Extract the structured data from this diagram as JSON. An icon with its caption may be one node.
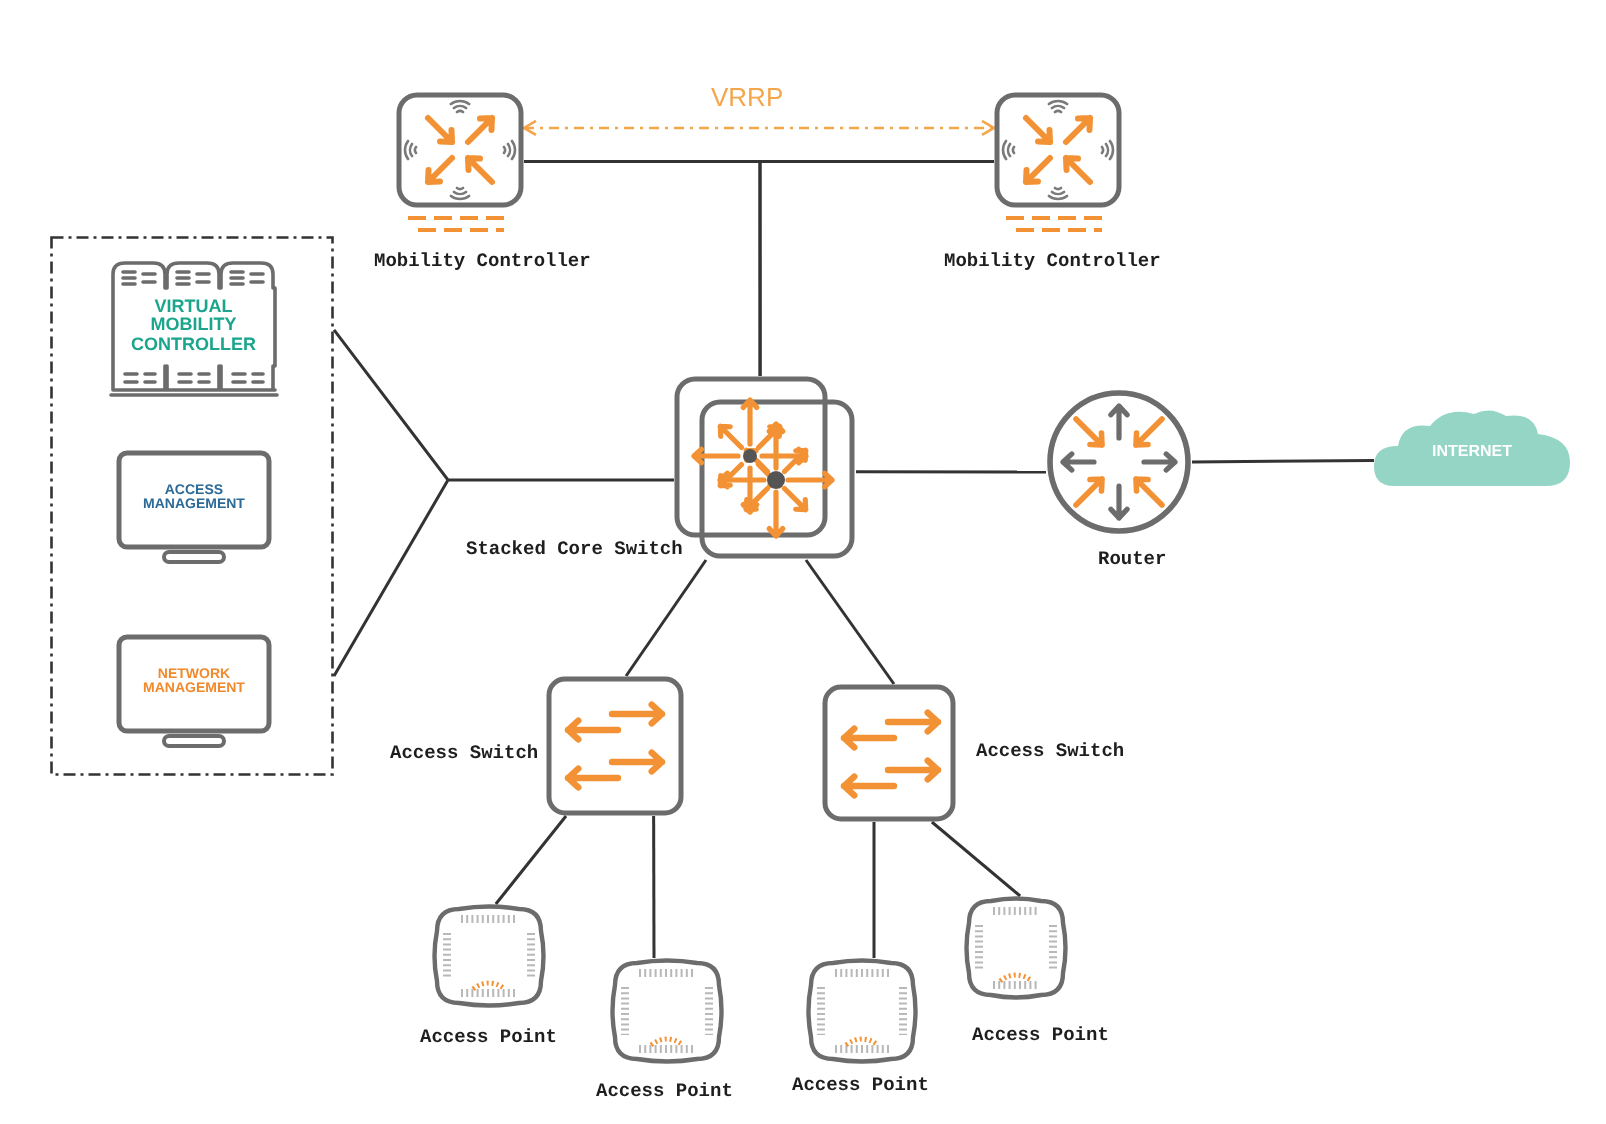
{
  "diagram": {
    "nodes": [
      {
        "text": [
          "Mobility Controller"
        ]
      },
      {
        "text": [
          "Mobility Controller"
        ]
      },
      {
        "text": [],
        "shape": "box"
      },
      {
        "text": [
          "VIRTUAL MOBILITY CONTROLLER"
        ],
        "in": 2
      },
      {
        "text": [
          "ACCESS MANAGEMENT"
        ],
        "in": 2
      },
      {
        "text": [
          "NETWORK MANAGEMENT"
        ],
        "in": 2
      },
      {
        "text": [
          "Stacked Core Switch"
        ]
      },
      {
        "text": [
          "Router"
        ]
      },
      {
        "text": [
          "INTERNET"
        ]
      },
      {
        "text": [
          "Access Switch"
        ]
      },
      {
        "text": [
          "Access Switch"
        ]
      },
      {
        "text": [
          "Access Point"
        ]
      },
      {
        "text": [
          "Access Point"
        ]
      },
      {
        "text": [
          "Access Point"
        ]
      },
      {
        "text": [
          "Access Point"
        ]
      }
    ],
    "edges": [
      {
        "from": 0,
        "to": 1,
        "arrow": "both",
        "label": "VRRP",
        "style": "dashed",
        "color": "#f5a54a"
      },
      {
        "from": 0,
        "to": 6,
        "arrow": "none"
      },
      {
        "from": 1,
        "to": 6,
        "arrow": "none"
      },
      {
        "from": 2,
        "to": 6,
        "arrow": "none"
      },
      {
        "from": 6,
        "to": 7,
        "arrow": "none"
      },
      {
        "from": 7,
        "to": 8,
        "arrow": "none"
      },
      {
        "from": 6,
        "to": 9,
        "arrow": "none"
      },
      {
        "from": 6,
        "to": 10,
        "arrow": "none"
      },
      {
        "from": 9,
        "to": 11,
        "arrow": "none"
      },
      {
        "from": 9,
        "to": 12,
        "arrow": "none"
      },
      {
        "from": 10,
        "to": 13,
        "arrow": "none"
      },
      {
        "from": 10,
        "to": 14,
        "arrow": "none"
      }
    ]
  }
}
